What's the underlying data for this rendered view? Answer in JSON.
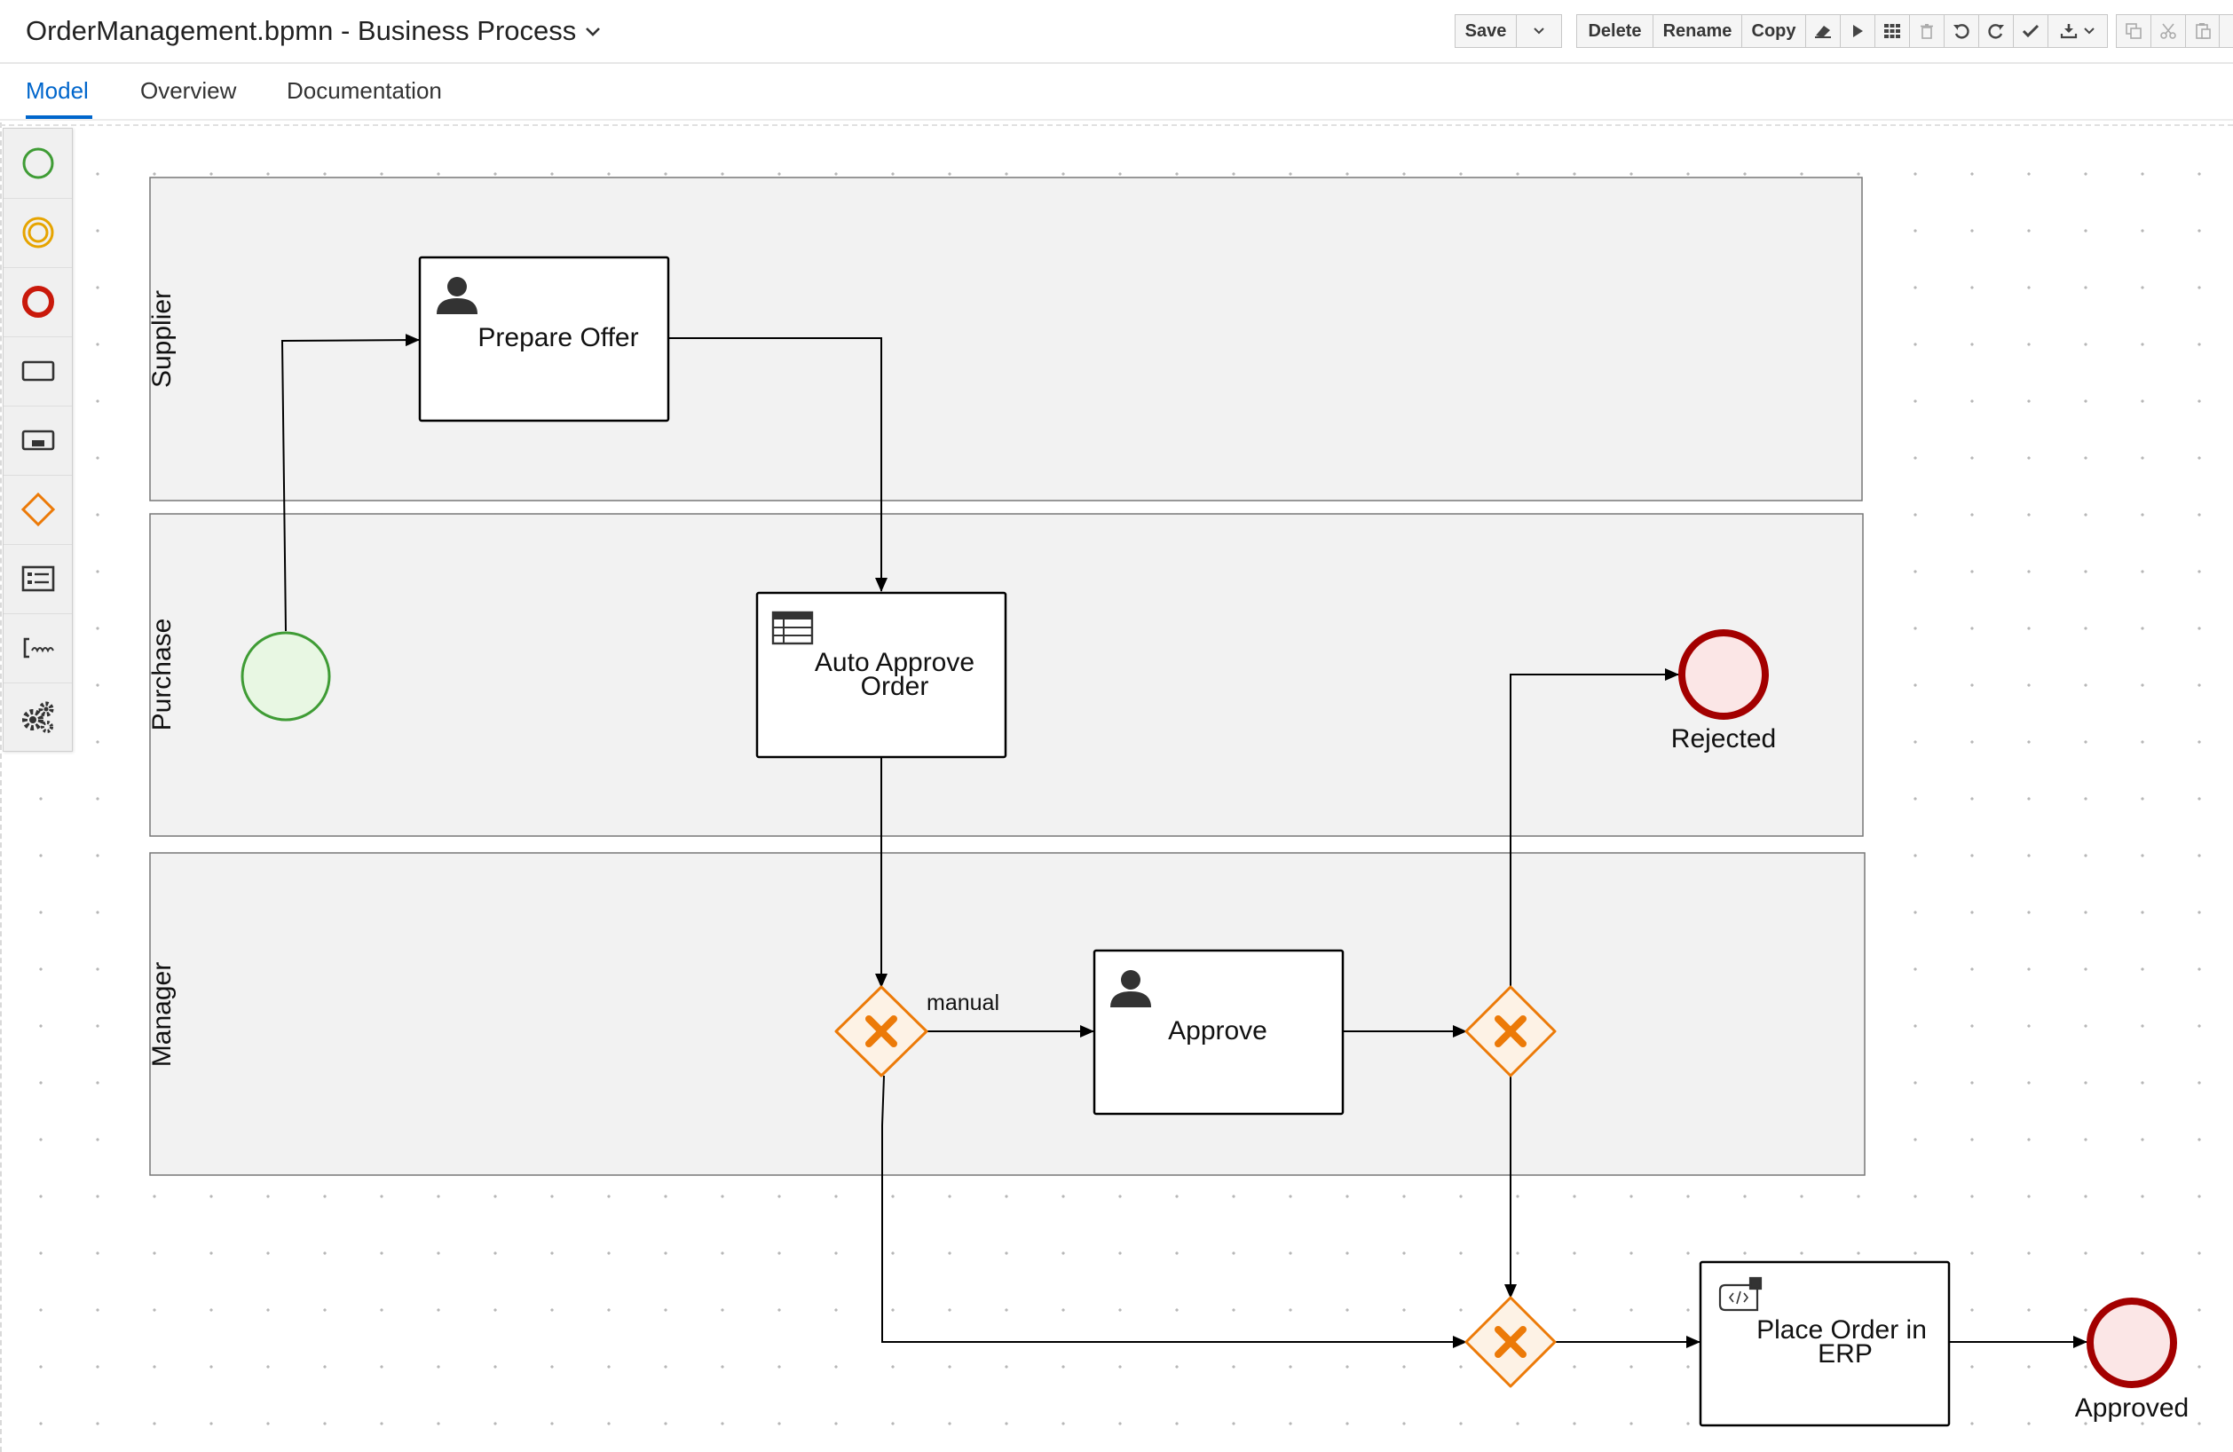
{
  "header": {
    "title": "OrderManagement.bpmn - Business Process",
    "toolbar": {
      "save_label": "Save",
      "delete_label": "Delete",
      "rename_label": "Rename",
      "copy_label": "Copy"
    }
  },
  "tabs": [
    {
      "label": "Model",
      "active": true
    },
    {
      "label": "Overview",
      "active": false
    },
    {
      "label": "Documentation",
      "active": false
    }
  ],
  "palette": {
    "items": [
      "start-event-icon",
      "intermediate-event-icon",
      "end-event-icon",
      "task-icon",
      "subprocess-icon",
      "gateway-icon",
      "data-object-icon",
      "custom-task-icon",
      "service-tasks-icon"
    ]
  },
  "diagram": {
    "lanes": [
      "Supplier",
      "Purchase",
      "Manager"
    ],
    "tasks": {
      "prepare_offer": "Prepare Offer",
      "auto_approve_line1": "Auto Approve",
      "auto_approve_line2": "Order",
      "approve": "Approve",
      "place_order_line1": "Place Order in",
      "place_order_line2": "ERP"
    },
    "events": {
      "rejected": "Rejected",
      "approved": "Approved"
    },
    "flow_labels": {
      "manual": "manual"
    }
  },
  "colors": {
    "accent": "#0066cc",
    "start_event": "#3f9c35",
    "start_fill": "#e8f7e3",
    "end_event": "#a30000",
    "end_fill": "#fbe6e6",
    "gateway": "#ec7a08",
    "gateway_fill": "#fdf2e5",
    "lane_fill": "#f2f2f2"
  }
}
